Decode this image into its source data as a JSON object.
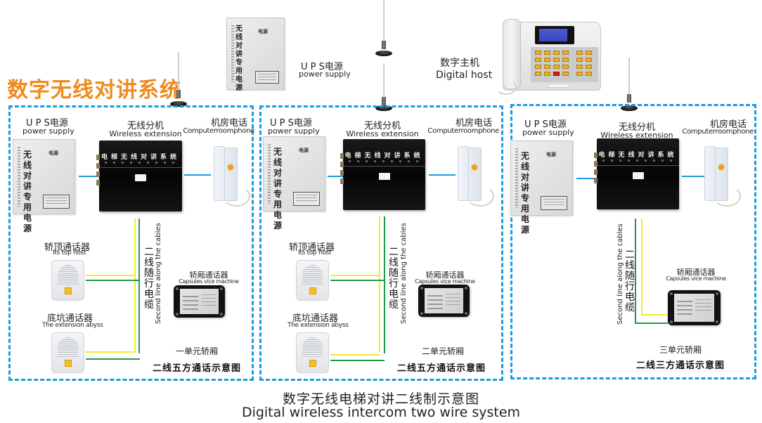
{
  "title": "数字无线对讲系统",
  "colors": {
    "title_orange": "#f08a1c",
    "panel_dash_blue": "#1d9be0",
    "wire_yellow": "#f4ea2a",
    "wire_green": "#1f9a4a",
    "wire_blue": "#1d9be0"
  },
  "top": {
    "ups": {
      "cn": "U P S电源",
      "en": "power supply",
      "device_text": "无线对讲专用电源",
      "badge": "电源"
    },
    "host": {
      "cn": "数字主机",
      "en": "Digital host"
    }
  },
  "devices": {
    "ups": {
      "cn": "U P S电源",
      "en": "power supply",
      "device_text": "无线对讲专用电源",
      "badge": "电源"
    },
    "extension": {
      "cn": "无线分机",
      "en": "Wireless extension",
      "device_text": "电梯无线对讲系统"
    },
    "room_phone": {
      "cn": "机房电话",
      "en": "Computerroomphone"
    },
    "car_top": {
      "cn": "轿顶通话器",
      "en": "Its top host"
    },
    "pit": {
      "cn": "底坑通话器",
      "en": "The extension abyss"
    },
    "capsule": {
      "cn": "轿厢通话器",
      "en": "Capsules vice machine"
    },
    "cable": {
      "cn": "二线随行电缆",
      "en": "Second line along the cables"
    }
  },
  "panels": [
    {
      "unit_label": "一单元轿厢",
      "caption": "二线五方通话示意图"
    },
    {
      "unit_label": "二单元轿厢",
      "caption": "二线五方通话示意图"
    },
    {
      "unit_label": "三单元轿厢",
      "caption": "二线三方通话示意图"
    }
  ],
  "footer": {
    "cn": "数字无线电梯对讲二线制示意图",
    "en": "Digital wireless intercom two wire system"
  }
}
